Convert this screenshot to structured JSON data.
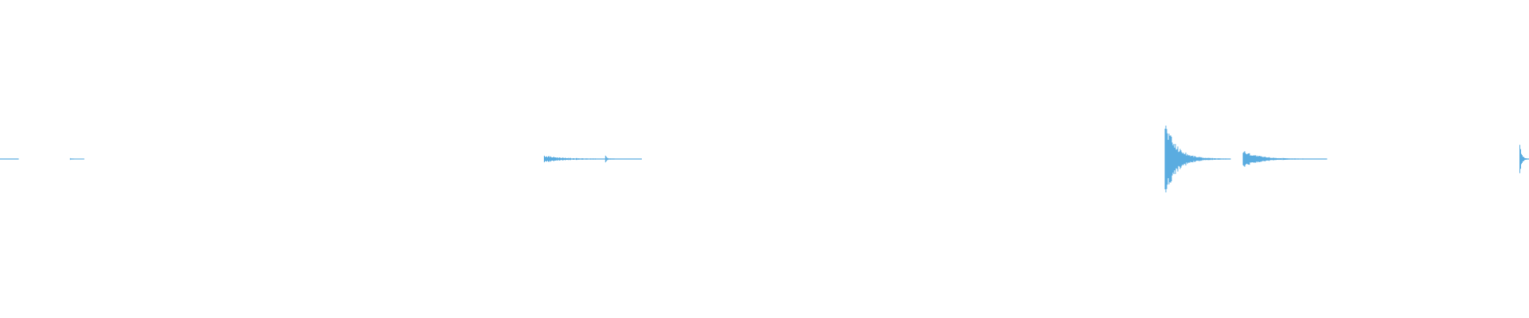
{
  "waveform": {
    "color": "#5aace0",
    "background": "#ffffff",
    "duration_fraction_segments": [
      {
        "start": 0.0,
        "end": 0.012,
        "peak": 0.006
      },
      {
        "start": 0.046,
        "end": 0.055,
        "peak": 0.012
      },
      {
        "start": 0.356,
        "end": 0.42,
        "peak": 0.08
      },
      {
        "start": 0.396,
        "end": 0.402,
        "peak": 0.09
      },
      {
        "start": 0.762,
        "end": 0.805,
        "peak": 1.0
      },
      {
        "start": 0.813,
        "end": 0.868,
        "peak": 0.22
      },
      {
        "start": 0.994,
        "end": 1.0,
        "peak": 0.58
      }
    ]
  }
}
